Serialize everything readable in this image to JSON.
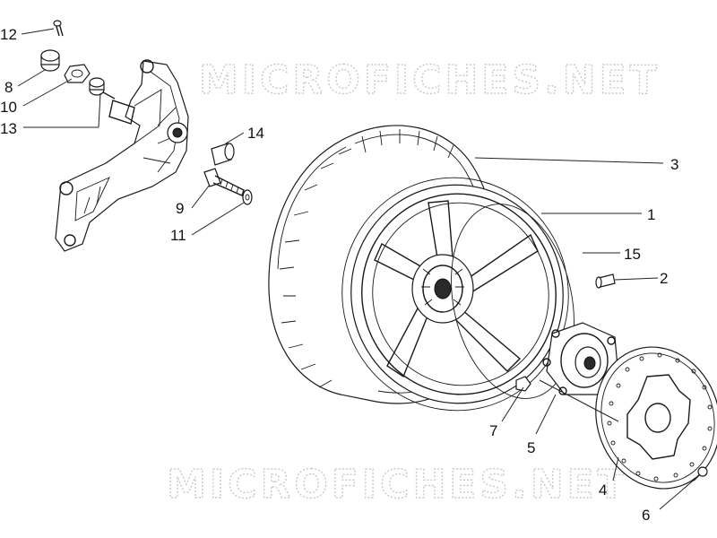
{
  "watermark": {
    "top_text": "MICROFICHES.NET",
    "bottom_text": "MICROFICHES.NET"
  },
  "callouts": [
    {
      "id": "12",
      "label": "12"
    },
    {
      "id": "8",
      "label": "8"
    },
    {
      "id": "10",
      "label": "10"
    },
    {
      "id": "13",
      "label": "13"
    },
    {
      "id": "14",
      "label": "14"
    },
    {
      "id": "9",
      "label": "9"
    },
    {
      "id": "11",
      "label": "11"
    },
    {
      "id": "3",
      "label": "3"
    },
    {
      "id": "1",
      "label": "1"
    },
    {
      "id": "15",
      "label": "15"
    },
    {
      "id": "2",
      "label": "2"
    },
    {
      "id": "7",
      "label": "7"
    },
    {
      "id": "5",
      "label": "5"
    },
    {
      "id": "4",
      "label": "4"
    },
    {
      "id": "6",
      "label": "6"
    }
  ]
}
